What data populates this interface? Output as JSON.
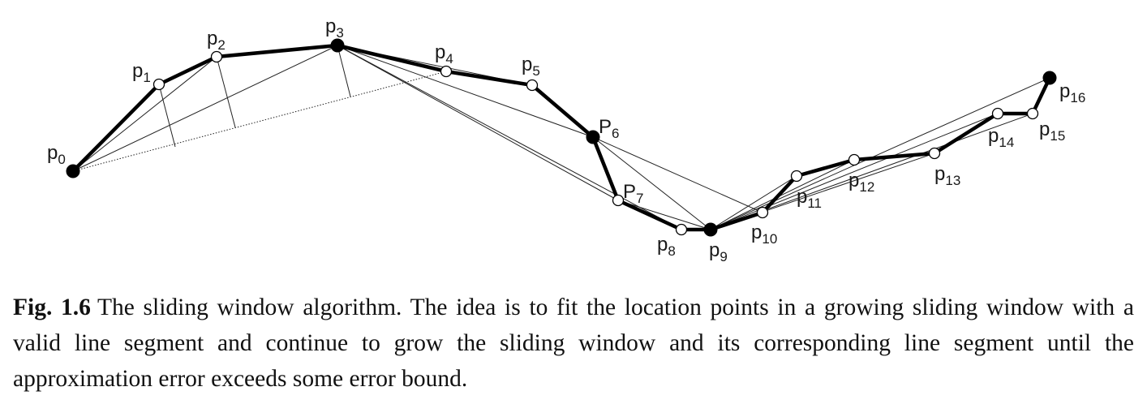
{
  "diagram": {
    "points": [
      {
        "id": "p0",
        "letter": "p",
        "sub": "0",
        "filled": true
      },
      {
        "id": "p1",
        "letter": "p",
        "sub": "1",
        "filled": false
      },
      {
        "id": "p2",
        "letter": "p",
        "sub": "2",
        "filled": false
      },
      {
        "id": "p3",
        "letter": "p",
        "sub": "3",
        "filled": true
      },
      {
        "id": "p4",
        "letter": "p",
        "sub": "4",
        "filled": false
      },
      {
        "id": "p5",
        "letter": "p",
        "sub": "5",
        "filled": false
      },
      {
        "id": "p6",
        "letter": "P",
        "sub": "6",
        "filled": true
      },
      {
        "id": "p7",
        "letter": "P",
        "sub": "7",
        "filled": false
      },
      {
        "id": "p8",
        "letter": "p",
        "sub": "8",
        "filled": false
      },
      {
        "id": "p9",
        "letter": "p",
        "sub": "9",
        "filled": true
      },
      {
        "id": "p10",
        "letter": "p",
        "sub": "10",
        "filled": false
      },
      {
        "id": "p11",
        "letter": "p",
        "sub": "11",
        "filled": false
      },
      {
        "id": "p12",
        "letter": "p",
        "sub": "12",
        "filled": false
      },
      {
        "id": "p13",
        "letter": "p",
        "sub": "13",
        "filled": false
      },
      {
        "id": "p14",
        "letter": "p",
        "sub": "14",
        "filled": false
      },
      {
        "id": "p15",
        "letter": "p",
        "sub": "15",
        "filled": false
      },
      {
        "id": "p16",
        "letter": "p",
        "sub": "16",
        "filled": true
      }
    ]
  },
  "caption": {
    "label": "Fig. 1.6",
    "text": "The sliding window algorithm. The idea is to fit the location points in a growing sliding window with a valid line segment and continue to grow the sliding window and its corresponding line segment until the approximation error exceeds some error bound."
  }
}
